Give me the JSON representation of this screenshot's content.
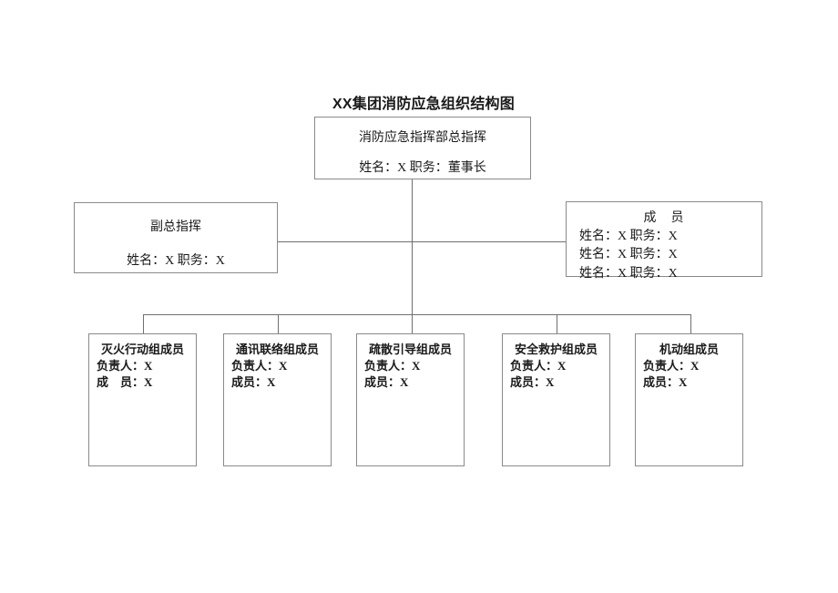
{
  "title": "XX集团消防应急组织结构图",
  "nodes": {
    "commander": {
      "title": "消防应急指挥部总指挥",
      "detail": "姓名：X   职务：董事长"
    },
    "deputy": {
      "title": "副总指挥",
      "detail": "姓名：X   职务：X"
    },
    "members": {
      "title": "成　员",
      "rows": [
        "姓名：X   职务：X",
        "姓名：X   职务：X",
        "姓名：X   职务：X"
      ]
    },
    "teams": [
      {
        "title": "灭火行动组成员",
        "leader": "负责人：X",
        "member": "成　员：X"
      },
      {
        "title": "通讯联络组成员",
        "leader": "负责人：X",
        "member": "成员：X"
      },
      {
        "title": "疏散引导组成员",
        "leader": "负责人：X",
        "member": "成员：X"
      },
      {
        "title": "安全救护组成员",
        "leader": "负责人：X",
        "member": "成员：X"
      },
      {
        "title": "机动组成员",
        "leader": "负责人：X",
        "member": "成员：X"
      }
    ]
  },
  "colors": {
    "border": "#8a8a8a",
    "line": "#6f6f6f",
    "text": "#1a1a1a",
    "background": "#ffffff"
  }
}
